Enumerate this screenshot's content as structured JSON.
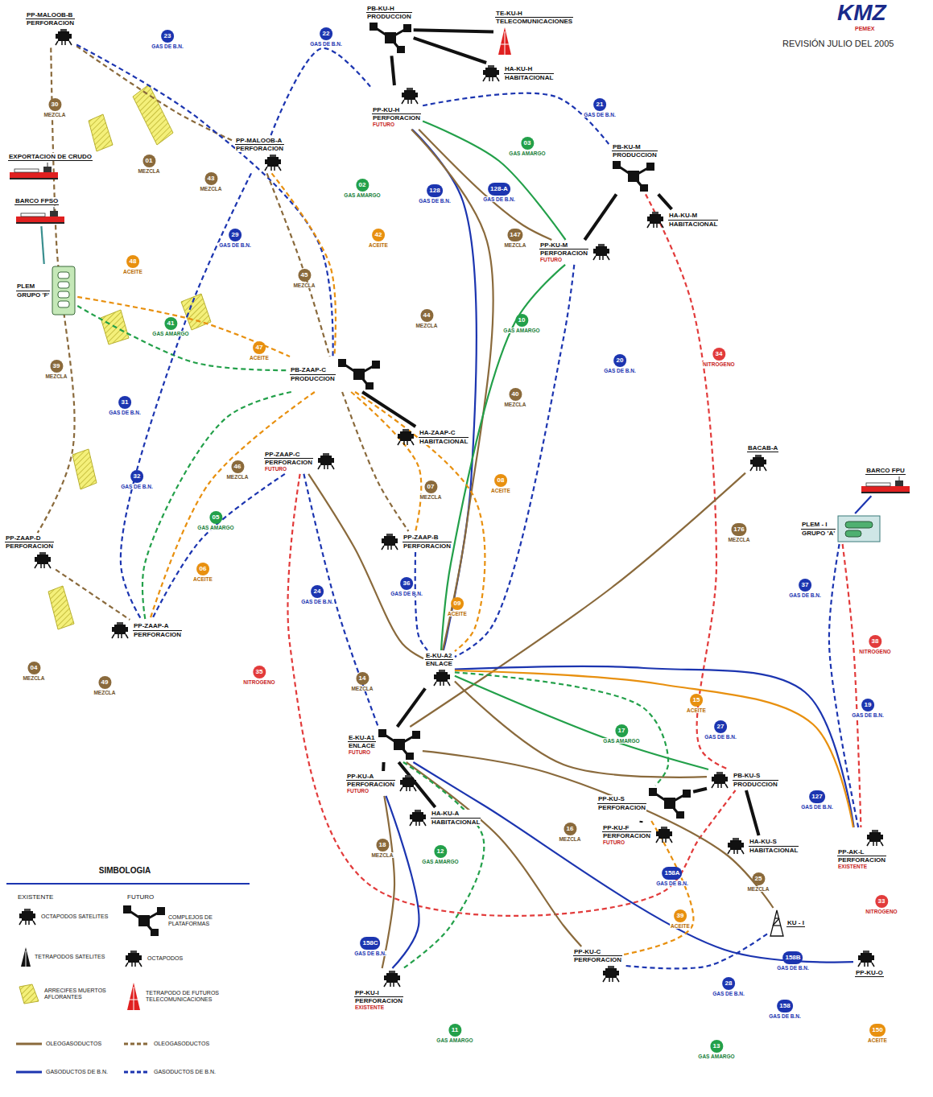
{
  "diagram": {
    "nodes": [
      {
        "text": [
          "PP-MALOOB-B",
          "PERFORACION"
        ]
      },
      {
        "text": [
          "PB-KU-H",
          "PRODUCCION"
        ]
      },
      {
        "text": [
          "TE-KU-H",
          "TELECOMUNICACIONES"
        ]
      },
      {
        "text": [
          "HA-KU-H",
          "HABITACIONAL"
        ]
      },
      {
        "text": [
          "PP-KU-H",
          "PERFORACION",
          "FUTURO"
        ]
      },
      {
        "text": [
          "PP-MALOOB-A",
          "PERFORACION"
        ]
      },
      {
        "text": [
          "EXPORTACION DE CRUDO"
        ]
      },
      {
        "text": [
          "PB-KU-M",
          "PRODUCCION"
        ]
      },
      {
        "text": [
          "BARCO FPSO"
        ]
      },
      {
        "text": [
          "HA-KU-M",
          "HABITACIONAL"
        ]
      },
      {
        "text": [
          "PP-KU-M",
          "PERFORACION",
          "FUTURO"
        ]
      },
      {
        "text": [
          "PLEM",
          "GRUPO 'F'"
        ]
      },
      {
        "text": [
          "PB-ZAAP-C",
          "PRODUCCION"
        ]
      },
      {
        "text": [
          "HA-ZAAP-C",
          "HABITACIONAL"
        ]
      },
      {
        "text": [
          "BACAB-A"
        ]
      },
      {
        "text": [
          "PP-ZAAP-C",
          "PERFORACION",
          "FUTURO"
        ]
      },
      {
        "text": [
          "BARCO FPU"
        ]
      },
      {
        "text": [
          "PLEM - I",
          "GRUPO 'A'"
        ]
      },
      {
        "text": [
          "PP-ZAAP-D",
          "PERFORACION"
        ]
      },
      {
        "text": [
          "PP-ZAAP-B",
          "PERFORACION"
        ]
      },
      {
        "text": [
          "PP-ZAAP-A",
          "PERFORACION"
        ]
      },
      {
        "text": [
          "E-KU-A2",
          "ENLACE"
        ]
      },
      {
        "text": [
          "E-KU-A1",
          "ENLACE",
          "FUTURO"
        ]
      },
      {
        "text": [
          "PP-KU-A",
          "PERFORACION",
          "FUTURO"
        ]
      },
      {
        "text": [
          "PP-KU-S",
          "PERFORACION"
        ]
      },
      {
        "text": [
          "PB-KU-S",
          "PRODUCCION"
        ]
      },
      {
        "text": [
          "HA-KU-A",
          "HABITACIONAL"
        ]
      },
      {
        "text": [
          "PP-KU-F",
          "PERFORACION",
          "FUTURO"
        ]
      },
      {
        "text": [
          "PP-AK-L",
          "PERFORACION",
          "EXISTENTE"
        ]
      },
      {
        "text": [
          "HA-KU-S",
          "HABITACIONAL"
        ]
      },
      {
        "text": [
          "KU - I"
        ]
      },
      {
        "text": [
          "PP-KU-C",
          "PERFORACION"
        ]
      },
      {
        "text": [
          "PP-KU-I",
          "PERFORACION",
          "EXISTENTE"
        ]
      },
      {
        "text": [
          "PP-KU-O"
        ]
      }
    ],
    "edges": [
      {
        "from": 0,
        "to": 5,
        "arrow": "none"
      },
      {
        "from": 0,
        "to": 12,
        "arrow": "none"
      },
      {
        "from": 5,
        "to": 4,
        "arrow": "none"
      },
      {
        "from": 4,
        "to": 7,
        "arrow": "none"
      },
      {
        "from": 4,
        "to": 10,
        "arrow": "none"
      },
      {
        "from": 4,
        "to": 10,
        "arrow": "none"
      },
      {
        "from": 4,
        "to": 21,
        "arrow": "none"
      },
      {
        "from": 4,
        "to": 21,
        "arrow": "none"
      },
      {
        "from": 10,
        "to": 21,
        "arrow": "none"
      },
      {
        "from": 10,
        "to": 21,
        "arrow": "none"
      },
      {
        "from": 7,
        "to": 25,
        "arrow": "none"
      },
      {
        "from": 15,
        "to": 25,
        "arrow": "none"
      },
      {
        "from": 8,
        "to": 11,
        "arrow": "none"
      },
      {
        "from": 11,
        "to": 12,
        "arrow": "none"
      },
      {
        "from": 11,
        "to": 12,
        "arrow": "none"
      },
      {
        "from": 0,
        "to": 18,
        "arrow": "none"
      },
      {
        "from": 5,
        "to": 12,
        "arrow": "none"
      },
      {
        "from": 5,
        "to": 12,
        "arrow": "none"
      },
      {
        "from": 5,
        "to": 20,
        "arrow": "none"
      },
      {
        "from": 12,
        "to": 20,
        "arrow": "none"
      },
      {
        "from": 12,
        "to": 20,
        "arrow": "none"
      },
      {
        "from": 18,
        "to": 20,
        "arrow": "none"
      },
      {
        "from": 15,
        "to": 20,
        "arrow": "none"
      },
      {
        "from": 15,
        "to": 21,
        "arrow": "none"
      },
      {
        "from": 15,
        "to": 22,
        "arrow": "none"
      },
      {
        "from": 12,
        "to": 19,
        "arrow": "none"
      },
      {
        "from": 12,
        "to": 19,
        "arrow": "none"
      },
      {
        "from": 12,
        "to": 21,
        "arrow": "none"
      },
      {
        "from": 12,
        "to": 13,
        "arrow": "none"
      },
      {
        "from": 1,
        "to": 4,
        "arrow": "none"
      },
      {
        "from": 1,
        "to": 2,
        "arrow": "none"
      },
      {
        "from": 1,
        "to": 3,
        "arrow": "none"
      },
      {
        "from": 7,
        "to": 9,
        "arrow": "none"
      },
      {
        "from": 7,
        "to": 10,
        "arrow": "none"
      },
      {
        "from": 21,
        "to": 22,
        "arrow": "none"
      },
      {
        "from": 22,
        "to": 23,
        "arrow": "none"
      },
      {
        "from": 22,
        "to": 26,
        "arrow": "none"
      },
      {
        "from": 24,
        "to": 25,
        "arrow": "none"
      },
      {
        "from": 25,
        "to": 29,
        "arrow": "none"
      },
      {
        "from": 24,
        "to": 27,
        "arrow": "none"
      },
      {
        "from": 14,
        "to": 22,
        "arrow": "none"
      },
      {
        "from": 21,
        "to": 28,
        "arrow": "none"
      },
      {
        "from": 21,
        "to": 28,
        "arrow": "none"
      },
      {
        "from": 21,
        "to": 25,
        "arrow": "none"
      },
      {
        "from": 21,
        "to": 25,
        "arrow": "none"
      },
      {
        "from": 22,
        "to": 31,
        "arrow": "none"
      },
      {
        "from": 22,
        "to": 30,
        "arrow": "none"
      },
      {
        "from": 22,
        "to": 33,
        "arrow": "none"
      },
      {
        "from": 16,
        "to": 17,
        "arrow": "none"
      },
      {
        "from": 17,
        "to": 28,
        "arrow": "none"
      },
      {
        "from": 17,
        "to": 28,
        "arrow": "none"
      },
      {
        "from": 23,
        "to": 32,
        "arrow": "none"
      },
      {
        "from": 22,
        "to": 32,
        "arrow": "none"
      },
      {
        "from": 23,
        "to": 32,
        "arrow": "none"
      },
      {
        "from": 24,
        "to": 31,
        "arrow": "none"
      },
      {
        "from": 30,
        "to": 31,
        "arrow": "none"
      },
      {
        "from": 19,
        "to": 21,
        "arrow": "none"
      },
      {
        "from": 21,
        "to": 24,
        "arrow": "none"
      }
    ],
    "labels": [
      "KMZ",
      "PEMEX",
      "REVISIÓN JULIO DEL 2005",
      "SIMBOLOGIA",
      "EXISTENTE",
      "FUTURO",
      "23",
      "GAS DE B.N.",
      "22",
      "GAS DE B.N.",
      "21",
      "GAS DE B.N.",
      "30",
      "MEZCLA",
      "01",
      "MEZCLA",
      "03",
      "GAS AMARGO",
      "02",
      "GAS AMARGO",
      "43",
      "MEZCLA",
      "128",
      "GAS DE B.N.",
      "128-A",
      "GAS DE B.N.",
      "29",
      "GAS DE B.N.",
      "42",
      "ACEITE",
      "147",
      "MEZCLA",
      "48",
      "ACEITE",
      "45",
      "MEZCLA",
      "44",
      "MEZCLA",
      "10",
      "GAS AMARGO",
      "41",
      "GAS AMARGO",
      "47",
      "ACEITE",
      "34",
      "NITROGENO",
      "20",
      "GAS DE B.N.",
      "39",
      "MEZCLA",
      "40",
      "MEZCLA",
      "31",
      "GAS DE B.N.",
      "46",
      "MEZCLA",
      "32",
      "GAS DE B.N.",
      "08",
      "ACEITE",
      "07",
      "MEZCLA",
      "05",
      "GAS AMARGO",
      "176",
      "MEZCLA",
      "06",
      "ACEITE",
      "36",
      "GAS DE B.N.",
      "37",
      "GAS DE B.N.",
      "24",
      "GAS DE B.N.",
      "09",
      "ACEITE",
      "38",
      "NITROGENO",
      "04",
      "MEZCLA",
      "35",
      "NITROGENO",
      "14",
      "MEZCLA",
      "49",
      "MEZCLA",
      "15",
      "ACEITE",
      "19",
      "GAS DE B.N.",
      "27",
      "GAS DE B.N.",
      "17",
      "GAS AMARGO",
      "127",
      "GAS DE B.N.",
      "16",
      "MEZCLA",
      "18",
      "MEZCLA",
      "12",
      "GAS AMARGO",
      "158A",
      "GAS DE B.N.",
      "25",
      "MEZCLA",
      "33",
      "NITROGENO",
      "39",
      "ACEITE",
      "158C",
      "GAS DE B.N.",
      "158B",
      "GAS DE B.N.",
      "28",
      "GAS DE B.N.",
      "158",
      "GAS DE B.N.",
      "11",
      "GAS AMARGO",
      "150",
      "ACEITE",
      "13",
      "GAS AMARGO"
    ],
    "legend": [
      {
        "text": "OCTAPODOS SATELITES"
      },
      {
        "text": "COMPLEJOS DE PLATAFORMAS"
      },
      {
        "text": "TETRAPODOS SATELITES"
      },
      {
        "text": "OCTAPODOS"
      },
      {
        "text": "ARRECIFES MUERTOS AFLORANTES"
      },
      {
        "text": "TETRAPODO DE FUTUROS TELECOMUNICACIONES"
      },
      {
        "text": "OLEOGASODUCTOS"
      },
      {
        "text": "OLEOGASODUCTOS"
      },
      {
        "text": "GASODUCTOS DE B.N."
      },
      {
        "text": "GASODUCTOS DE B.N."
      }
    ]
  }
}
